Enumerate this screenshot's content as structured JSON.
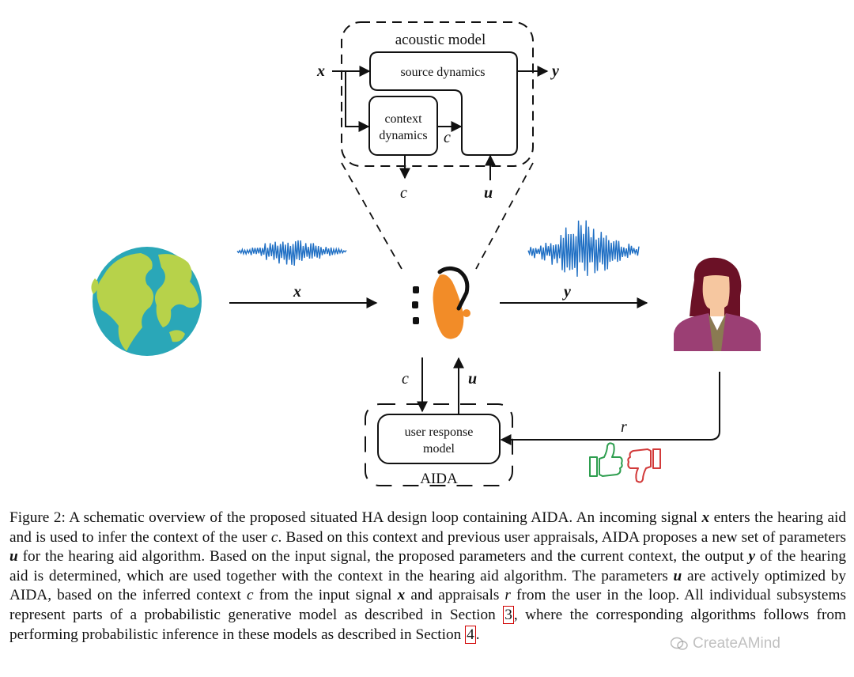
{
  "diagram": {
    "acoustic_title": "acoustic model",
    "source_dynamics": "source dynamics",
    "context_line1": "context",
    "context_line2": "dynamics",
    "user_line1": "user response",
    "user_line2": "model",
    "aida_title": "AIDA",
    "vars": {
      "x": "x",
      "y": "y",
      "c": "c",
      "u": "u",
      "r": "r"
    }
  },
  "caption": {
    "figure": "Figure 2:",
    "t1": " A schematic overview of the proposed situated HA design loop containing AIDA. An incoming signal ",
    "t2": " enters the hearing aid and is used to infer the context of the user ",
    "t3": ". Based on this context and previous user appraisals, AIDA proposes a new set of parameters ",
    "t4": " for the hearing aid algorithm. Based on the input signal, the proposed parameters and the current context, the output ",
    "t5": " of the hearing aid is determined, which are used together with the context in the hearing aid algorithm. The parameters ",
    "t6": " are actively optimized by AIDA, based on the inferred context ",
    "t7": " from the input signal ",
    "t8": " and appraisals ",
    "t9": " from the user in the loop. All individual subsystems represent parts of a probabilistic generative model as described in Section ",
    "ref1": "3",
    "t10": ", where the corresponding algorithms follows from performing probabilistic inference in these models as described in Section ",
    "ref2": "4",
    "t11": "."
  },
  "watermark": "CreateAMind",
  "colors": {
    "wave": "#1f6fc4",
    "ocean": "#2aa7b8",
    "land": "#b7d24a",
    "hearing_aid": "#f28c28",
    "thumb_up": "#2e9e4f",
    "thumb_down": "#d23a3a",
    "hair": "#6b1126",
    "skin": "#f6c7a0",
    "shirt": "#9b3f74",
    "ref_box": "#d00000"
  }
}
